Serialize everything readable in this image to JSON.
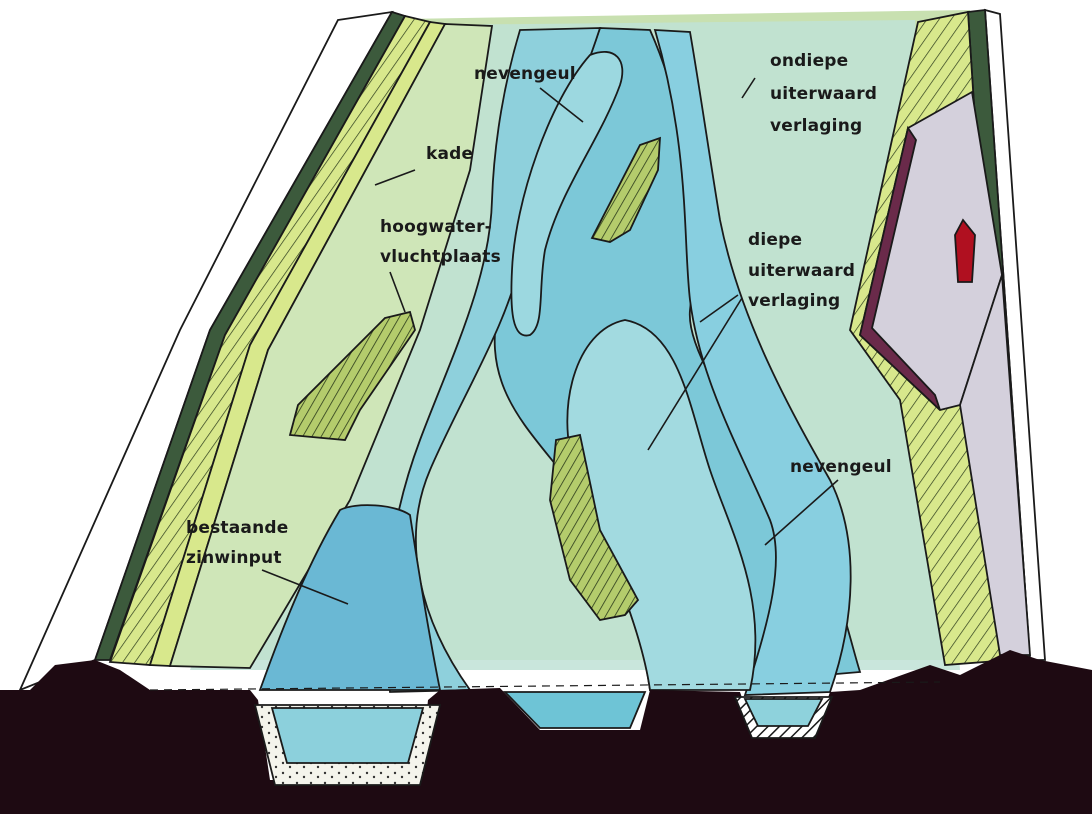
{
  "labels": {
    "nevengeul_top": "nevengeul",
    "ondiepe_1": "ondiepe",
    "ondiepe_2": "uiterwaard",
    "ondiepe_3": "verlaging",
    "kade": "kade",
    "hoogwater_1": "hoogwater-",
    "hoogwater_2": "vluchtplaats",
    "diepe_1": "diepe",
    "diepe_2": "uiterwaard",
    "diepe_3": "verlaging",
    "nevengeul_right": "nevengeul",
    "bestaande_1": "bestaande",
    "bestaande_2": "zinwinput"
  },
  "colors": {
    "floodplain_green": "#c8e0b0",
    "floodplain_blue": "#b8e0dc",
    "water": "#7cc8d8",
    "water_deep": "#5ab4cc",
    "kade_yellow": "#d8e88c",
    "dike_dark": "#3c5a3c",
    "soil": "#1e0a12",
    "house_roof": "#b01020",
    "polder_grey": "#d4d0dc",
    "polder_edge": "#6a2a4a",
    "sand": "#f4f4ec"
  }
}
